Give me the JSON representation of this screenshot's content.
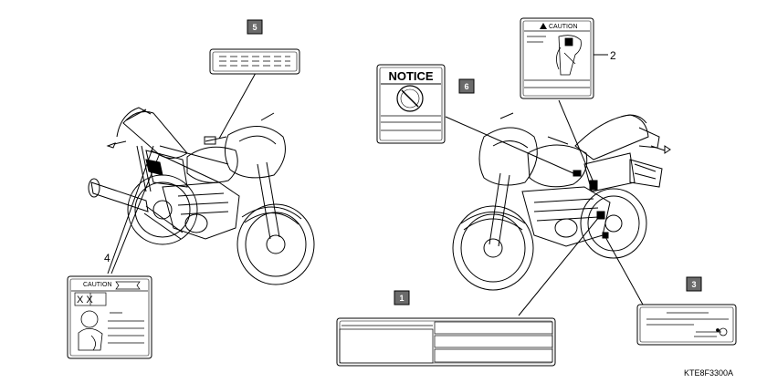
{
  "labels": {
    "l1": {
      "num": "1"
    },
    "l2": {
      "num": "2"
    },
    "l3": {
      "num": "3"
    },
    "l4": {
      "num": "4",
      "heading": "CAUTION",
      "marks": "X X"
    },
    "l5": {
      "num": "5"
    },
    "l6": {
      "num": "6",
      "heading": "NOTICE"
    },
    "l2_heading": "CAUTION"
  },
  "figure_code": "KTE8F3300A",
  "colors": {
    "badge": "#6b6b6b",
    "line": "#000000",
    "fill": "#ffffff"
  }
}
